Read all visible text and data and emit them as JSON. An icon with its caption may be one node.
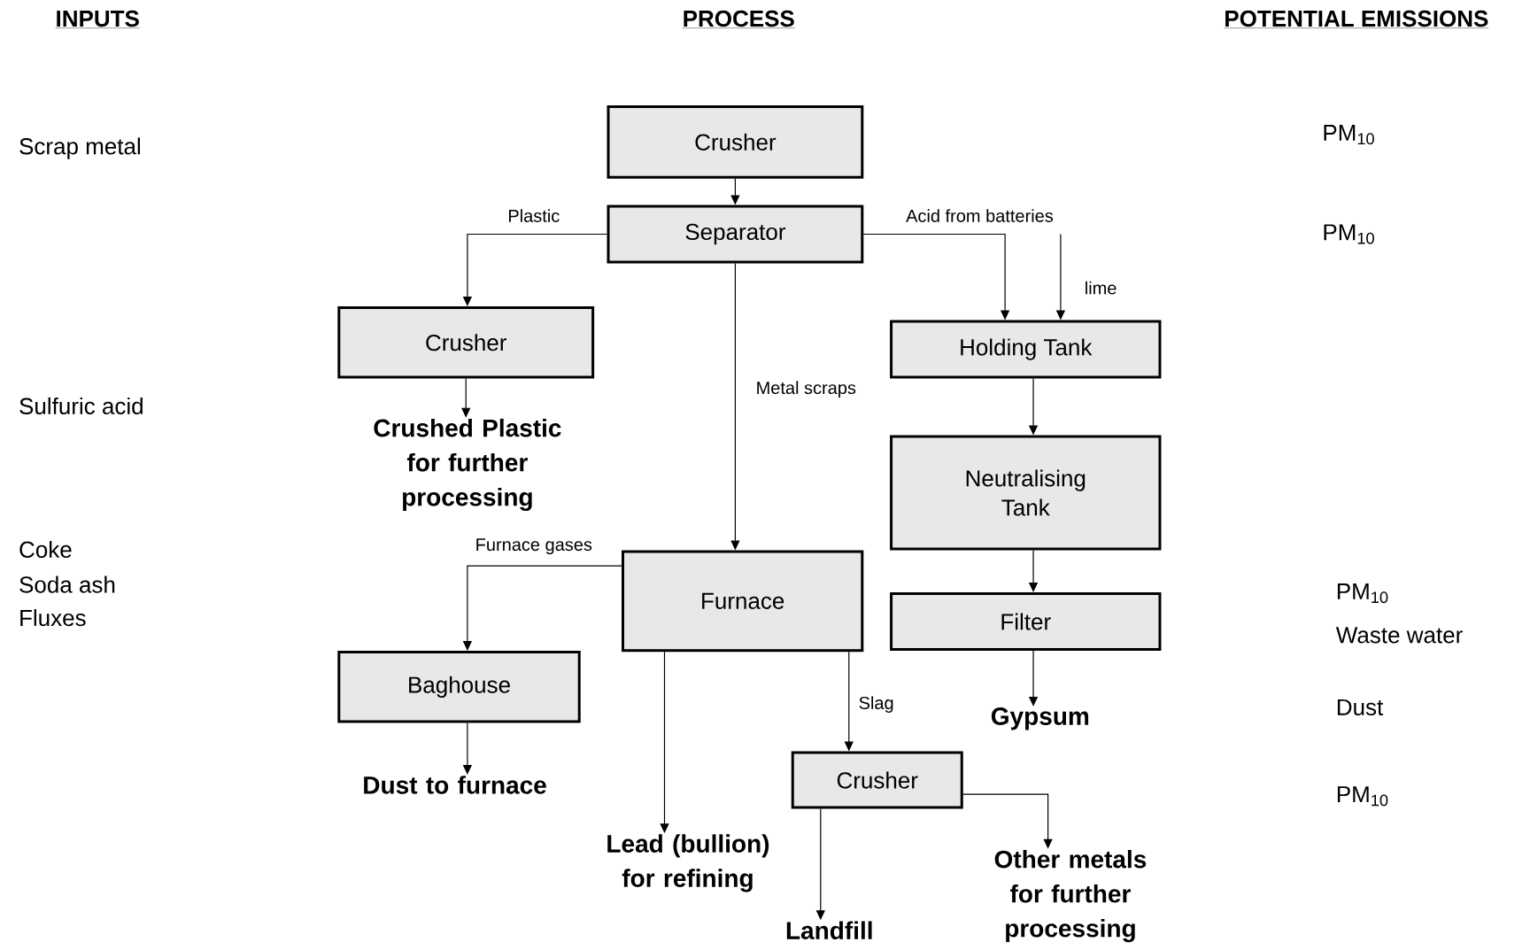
{
  "diagram": {
    "nodes": [
      {
        "text": [
          "Crusher"
        ]
      },
      {
        "text": [
          "Separator"
        ]
      },
      {
        "text": [
          "Crusher"
        ]
      },
      {
        "text": [
          "Holding Tank"
        ]
      },
      {
        "text": [
          "Neutralising Tank"
        ]
      },
      {
        "text": [
          "Furnace"
        ]
      },
      {
        "text": [
          "Filter"
        ]
      },
      {
        "text": [
          "Baghouse"
        ]
      },
      {
        "text": [
          "Crusher"
        ]
      },
      {
        "text": [
          "Crushed Plastic for further processing"
        ]
      },
      {
        "text": [
          "Gypsum"
        ]
      },
      {
        "text": [
          "Dust to furnace"
        ]
      },
      {
        "text": [
          "Lead (bullion) for refining"
        ]
      },
      {
        "text": [
          "Landfill"
        ]
      },
      {
        "text": [
          "Other metals for further processing"
        ]
      }
    ],
    "edges": [
      {
        "from": 0,
        "to": 1,
        "arrow": "to"
      },
      {
        "from": 1,
        "to": 2,
        "arrow": "to",
        "label": "Plastic"
      },
      {
        "from": 1,
        "to": 3,
        "arrow": "to",
        "label": "Acid from batteries"
      },
      {
        "from": null,
        "to": 3,
        "arrow": "to",
        "label": "lime"
      },
      {
        "from": 1,
        "to": 5,
        "arrow": "to",
        "label": "Metal scraps"
      },
      {
        "from": 2,
        "to": 9,
        "arrow": "to"
      },
      {
        "from": 3,
        "to": 4,
        "arrow": "to"
      },
      {
        "from": 4,
        "to": 6,
        "arrow": "to"
      },
      {
        "from": 6,
        "to": 10,
        "arrow": "to"
      },
      {
        "from": 5,
        "to": 7,
        "arrow": "to",
        "label": "Furnace gases"
      },
      {
        "from": 7,
        "to": 11,
        "arrow": "to"
      },
      {
        "from": 5,
        "to": 12,
        "arrow": "to"
      },
      {
        "from": 5,
        "to": 8,
        "arrow": "to",
        "label": "Slag"
      },
      {
        "from": 8,
        "to": 13,
        "arrow": "to"
      },
      {
        "from": 8,
        "to": 14,
        "arrow": "to"
      }
    ],
    "labels": [
      "INPUTS",
      "PROCESS",
      "POTENTIAL EMISSIONS",
      "Scrap metal",
      "PM$_{10}$",
      "PM$_{10}$",
      "Sulfuric acid",
      "Coke",
      "Soda ash",
      "Fluxes",
      "PM$_{10}$",
      "Waste water",
      "Dust",
      "PM$_{10}$"
    ]
  }
}
